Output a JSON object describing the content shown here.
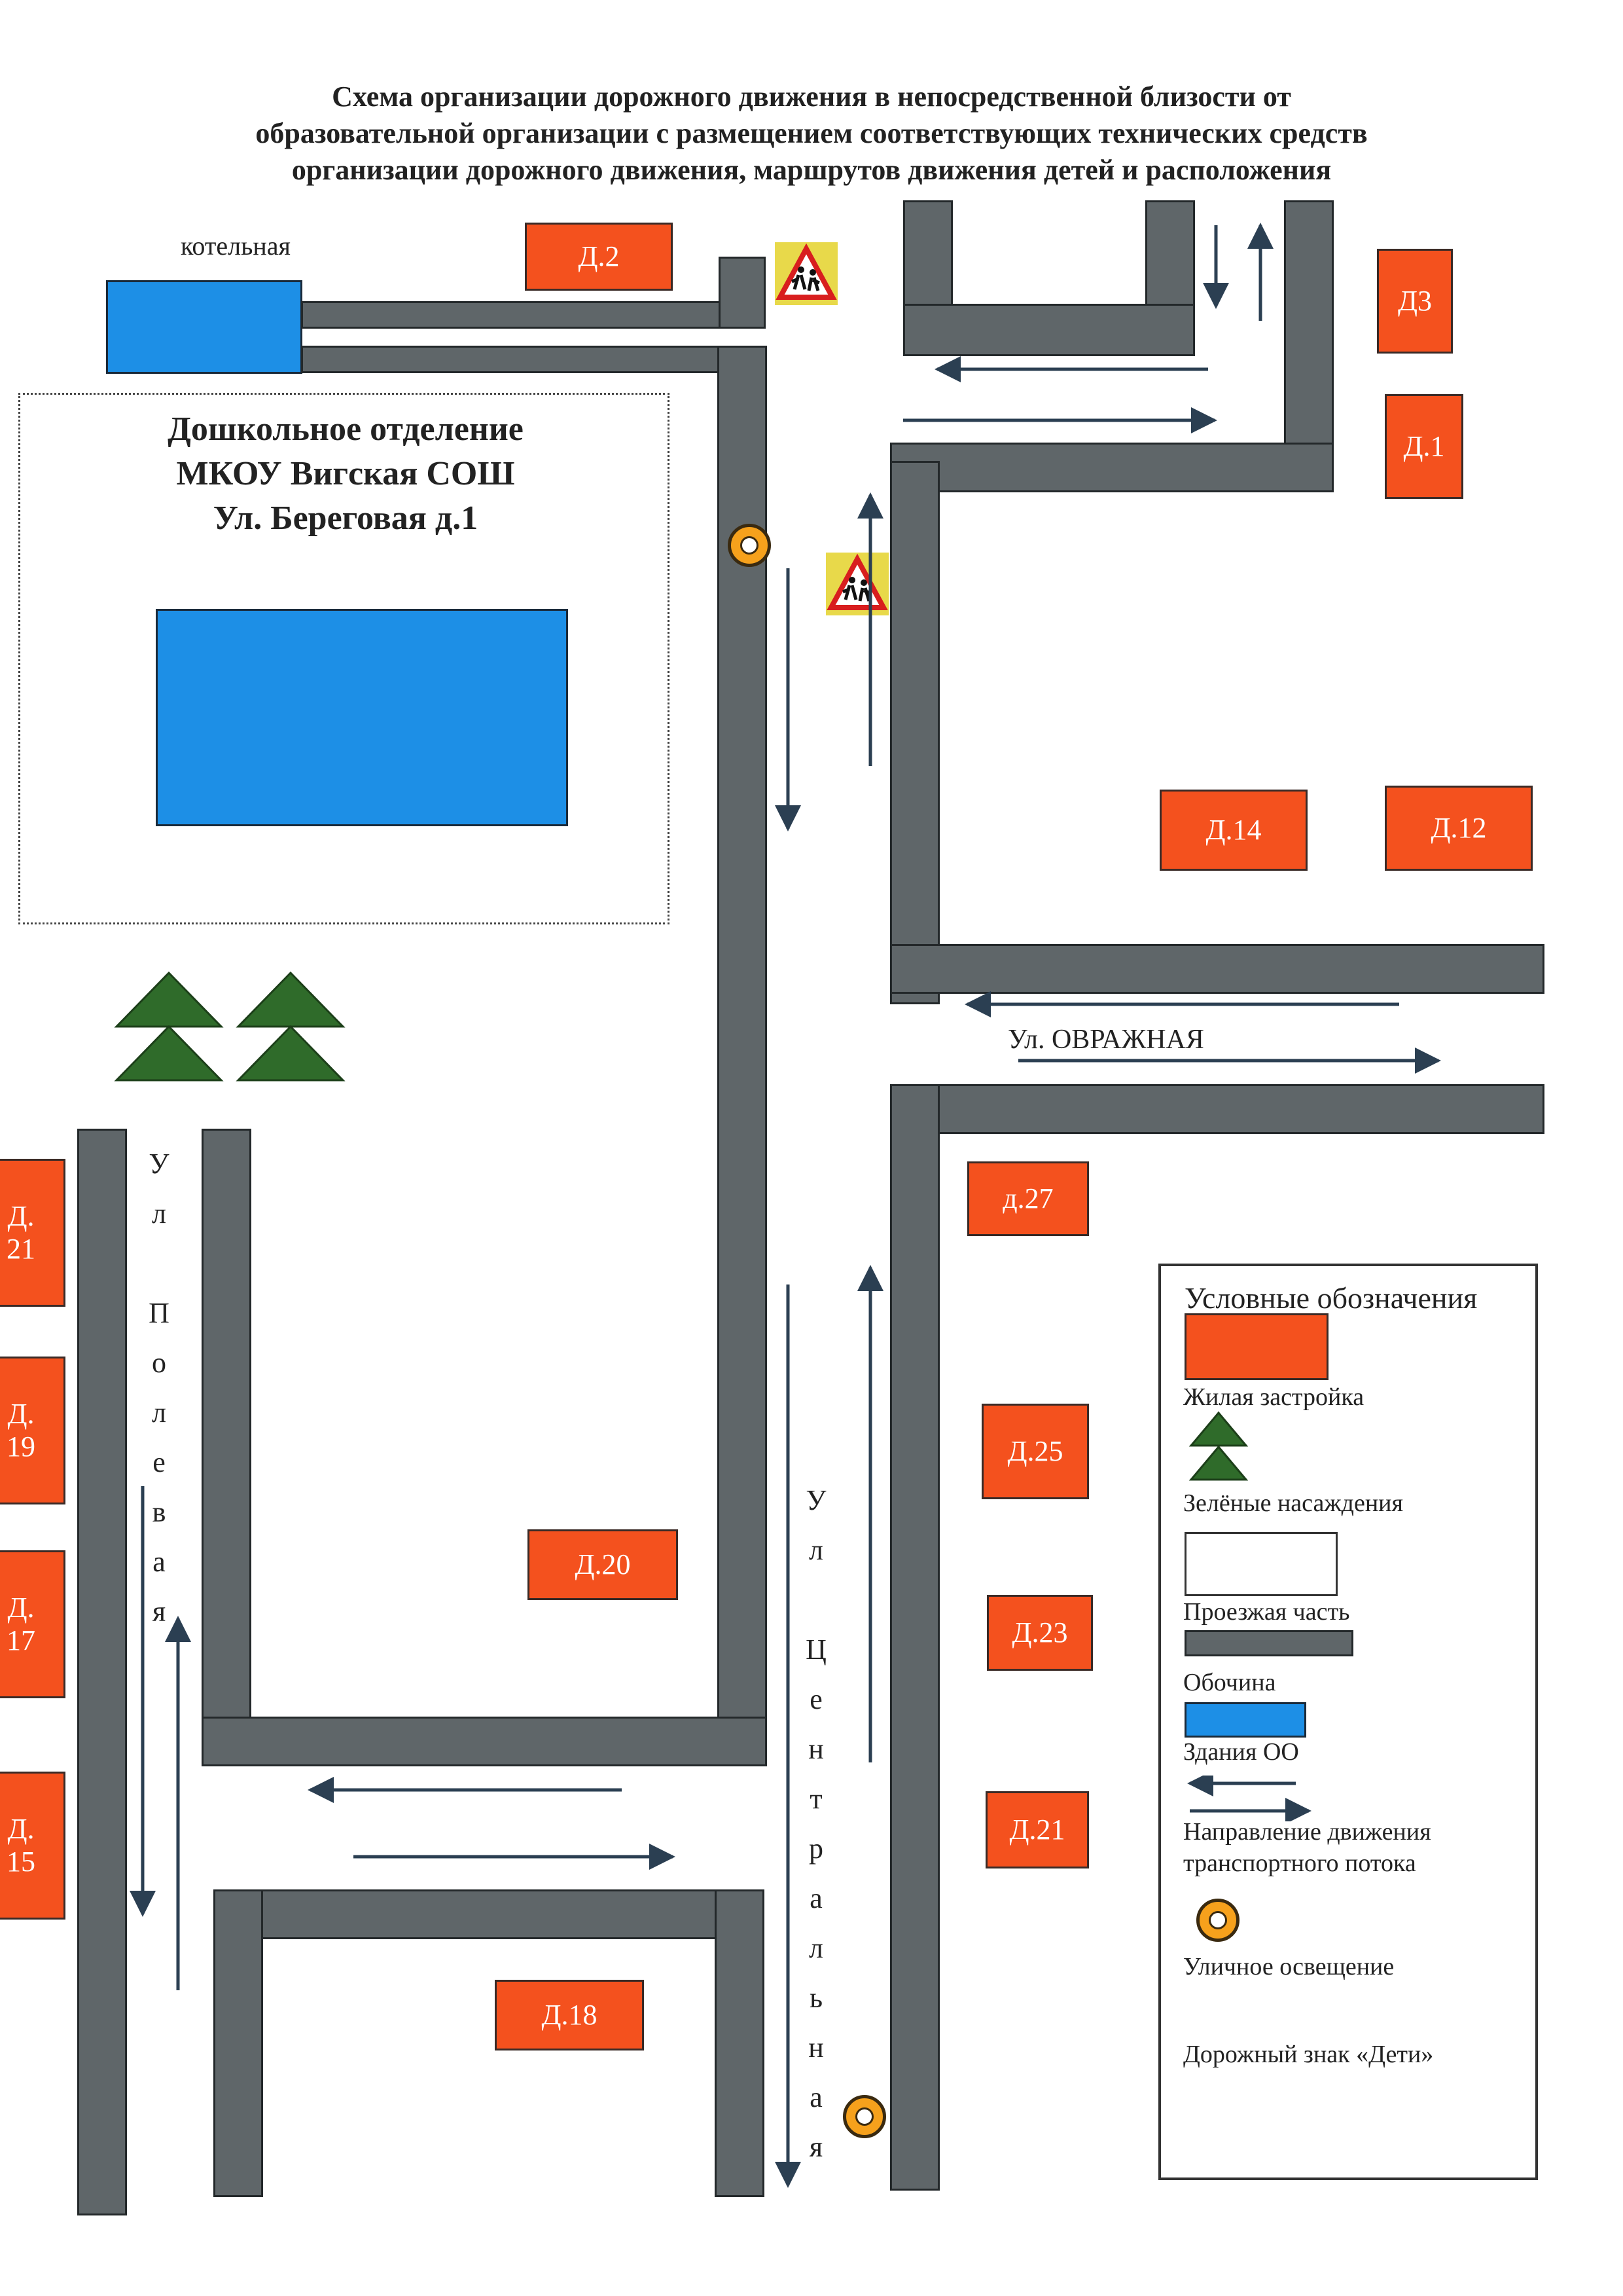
{
  "title": {
    "line1": "Схема организации дорожного движения в непосредственной близости от",
    "line2": "образовательной организации с размещением соответствующих технических средств",
    "line3": "организации дорожного движения, маршрутов движения детей и расположения"
  },
  "school": {
    "line1": "Дошкольное отделение",
    "line2": "МКОУ Вигская СОШ",
    "line3": "Ул. Береговая д.1"
  },
  "boiler_label": "котельная",
  "houses": {
    "d2": "Д.2",
    "d3": "Д3",
    "d1": "Д.1",
    "d14": "Д.14",
    "d12": "Д.12",
    "d27": "д.27",
    "d25": "Д.25",
    "d23": "Д.23",
    "d21r": "Д.21",
    "d20": "Д.20",
    "d18": "Д.18",
    "d21l": "Д.\n21",
    "d19": "Д.\n19",
    "d17": "Д.\n17",
    "d15": "Д.\n15"
  },
  "streets": {
    "ovrazhnaya": "Ул.  ОВРАЖНАЯ",
    "polevaya": [
      "У",
      "л",
      "",
      "П",
      "о",
      "л",
      "е",
      "в",
      "а",
      "я"
    ],
    "centralnaya": [
      "У",
      "л",
      "",
      "Ц",
      "е",
      "н",
      "т",
      "р",
      "а",
      "л",
      "ь",
      "н",
      "а",
      "я"
    ]
  },
  "legend": {
    "title": "Условные обозначения",
    "housing": "Жилая застройка",
    "greenery": "Зелёные насаждения",
    "roadway": "Проезжая часть",
    "shoulder": "Обочина",
    "school_buildings": "Здания ОО",
    "traffic_direction_1": "Направление движения",
    "traffic_direction_2": "транспортного потока",
    "street_lighting": "Уличное освещение",
    "children_sign": "Дорожный знак   «Дети»"
  },
  "colors": {
    "housing": "#f4511e",
    "greenery": "#2f6b2a",
    "roadway": "#5f6669",
    "school_building": "#1d8fe6",
    "lighting": "#f6a11c",
    "sign": "#e8d94a"
  }
}
